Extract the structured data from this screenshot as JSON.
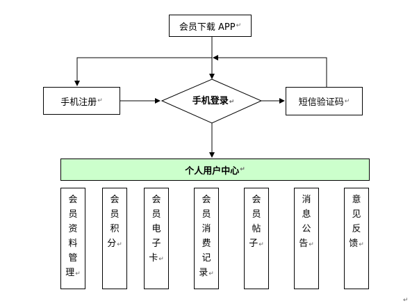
{
  "nodes": {
    "app_download": "会员下载 APP",
    "phone_register": "手机注册",
    "phone_login": "手机登录",
    "sms_code": "短信验证码",
    "personal_center": "个人用户中心"
  },
  "features": [
    "会员资料管理",
    "会员积分",
    "会员电子卡",
    "会员消费记录",
    "会员帖子",
    "消息公告",
    "意见反馈"
  ],
  "paragraph_mark": "↵",
  "colors": {
    "center_fill": "#ccffcc",
    "stroke": "#000000"
  }
}
